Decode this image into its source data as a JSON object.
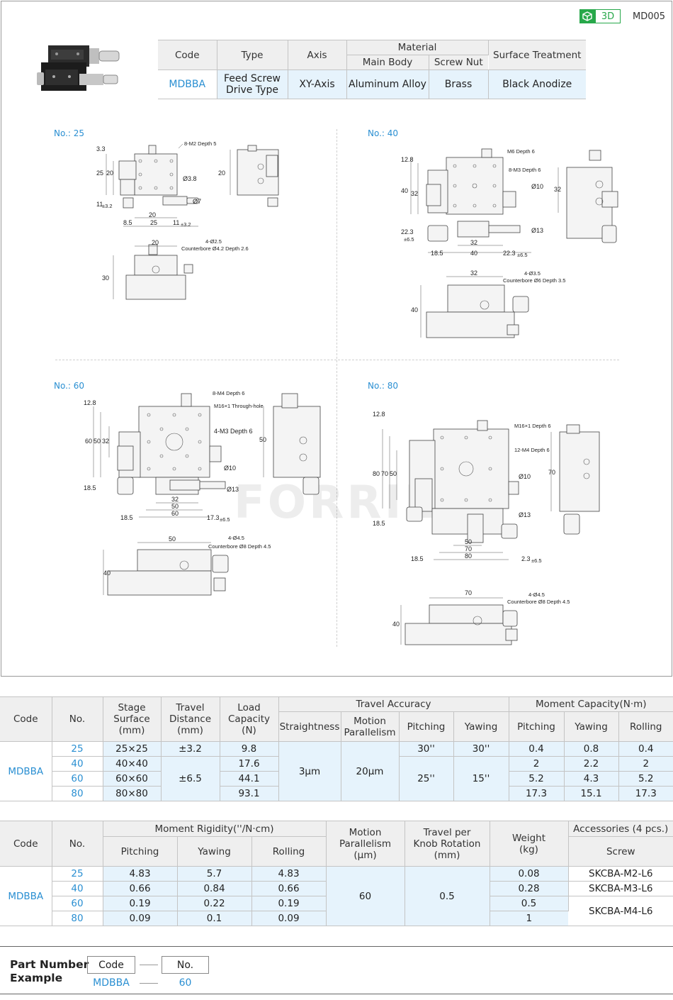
{
  "header": {
    "badge_label": "3D",
    "doc_code": "MD005"
  },
  "top_table": {
    "headers": {
      "code": "Code",
      "type": "Type",
      "axis": "Axis",
      "material": "Material",
      "main_body": "Main Body",
      "screw_nut": "Screw Nut",
      "surface": "Surface Treatment"
    },
    "row": {
      "code": "MDBBA",
      "type_line1": "Feed Screw",
      "type_line2": "Drive Type",
      "axis": "XY-Axis",
      "main_body": "Aluminum Alloy",
      "screw_nut": "Brass",
      "surface": "Black Anodize"
    }
  },
  "drawings": {
    "no25": {
      "label": "No.: 25",
      "notes": [
        "8-M2 Depth 5",
        "4-Ø2.5",
        "Counterbore Ø4.2 Depth 2.6"
      ],
      "dims": [
        "3.3",
        "25",
        "20",
        "11",
        "±3.2",
        "20",
        "8.5",
        "25",
        "11",
        "±3.2",
        "Ø3.8",
        "Ø7",
        "20",
        "20",
        "30"
      ]
    },
    "no40": {
      "label": "No.: 40",
      "notes": [
        "M6 Depth 6",
        "8-M3 Depth 6",
        "4-Ø3.5",
        "Counterbore Ø6 Depth 3.5"
      ],
      "dims": [
        "12.8",
        "40",
        "32",
        "22.3",
        "±6.5",
        "Ø10",
        "Ø13",
        "32",
        "18.5",
        "40",
        "22.3",
        "±6.5",
        "32",
        "32",
        "40"
      ]
    },
    "no60": {
      "label": "No.: 60",
      "notes": [
        "8-M4 Depth 6",
        "M16×1 Through-hole",
        "4-M3 Depth 6",
        "4-Ø4.5",
        "Counterbore Ø8 Depth 4.5"
      ],
      "dims": [
        "12.8",
        "60",
        "50",
        "32",
        "18.5",
        "Ø10",
        "Ø13",
        "32",
        "50",
        "60",
        "18.5",
        "17.3",
        "±6.5",
        "50",
        "50",
        "40"
      ]
    },
    "no80": {
      "label": "No.: 80",
      "notes": [
        "M16×1 Depth 6",
        "12-M4 Depth 6",
        "4-Ø4.5",
        "Counterbore Ø8 Depth 4.5"
      ],
      "dims": [
        "12.8",
        "80",
        "70",
        "50",
        "18.5",
        "Ø10",
        "Ø13",
        "50",
        "70",
        "80",
        "18.5",
        "2.3",
        "±6.5",
        "70",
        "70",
        "40"
      ]
    },
    "watermark": "FORRILE"
  },
  "spec1": {
    "headers": {
      "code": "Code",
      "no": "No.",
      "stage_l1": "Stage",
      "stage_l2": "Surface",
      "stage_l3": "(mm)",
      "travel_l1": "Travel",
      "travel_l2": "Distance",
      "travel_l3": "(mm)",
      "load_l1": "Load",
      "load_l2": "Capacity",
      "load_l3": "(N)",
      "accuracy": "Travel Accuracy",
      "straightness": "Straightness",
      "motion_l1": "Motion",
      "motion_l2": "Parallelism",
      "pitching": "Pitching",
      "yawing": "Yawing",
      "moment": "Moment Capacity(N·m)",
      "m_pitching": "Pitching",
      "m_yawing": "Yawing",
      "m_rolling": "Rolling"
    },
    "code": "MDBBA",
    "travel_25": "±3.2",
    "travel_rest": "±6.5",
    "straightness": "3μm",
    "motion": "20μm",
    "pitch_25": "30''",
    "yaw_25": "30''",
    "pitch_rest": "25''",
    "yaw_rest": "15''",
    "rows": [
      {
        "no": "25",
        "stage": "25×25",
        "load": "9.8",
        "mp": "0.4",
        "my": "0.8",
        "mr": "0.4"
      },
      {
        "no": "40",
        "stage": "40×40",
        "load": "17.6",
        "mp": "2",
        "my": "2.2",
        "mr": "2"
      },
      {
        "no": "60",
        "stage": "60×60",
        "load": "44.1",
        "mp": "5.2",
        "my": "4.3",
        "mr": "5.2"
      },
      {
        "no": "80",
        "stage": "80×80",
        "load": "93.1",
        "mp": "17.3",
        "my": "15.1",
        "mr": "17.3"
      }
    ]
  },
  "spec2": {
    "headers": {
      "code": "Code",
      "no": "No.",
      "rigidity": "Moment Rigidity(''/N·cm)",
      "pitching": "Pitching",
      "yawing": "Yawing",
      "rolling": "Rolling",
      "motion_l1": "Motion",
      "motion_l2": "Parallelism",
      "motion_l3": "(μm)",
      "knob_l1": "Travel per",
      "knob_l2": "Knob Rotation",
      "knob_l3": "(mm)",
      "weight_l1": "Weight",
      "weight_l2": "(kg)",
      "accessories": "Accessories (4 pcs.)",
      "screw": "Screw"
    },
    "code": "MDBBA",
    "motion": "60",
    "knob": "0.5",
    "screw_60_80": "SKCBA-M4-L6",
    "rows": [
      {
        "no": "25",
        "pitch": "4.83",
        "yaw": "5.7",
        "roll": "4.83",
        "weight": "0.08",
        "screw": "SKCBA-M2-L6"
      },
      {
        "no": "40",
        "pitch": "0.66",
        "yaw": "0.84",
        "roll": "0.66",
        "weight": "0.28",
        "screw": "SKCBA-M3-L6"
      },
      {
        "no": "60",
        "pitch": "0.19",
        "yaw": "0.22",
        "roll": "0.19",
        "weight": "0.5"
      },
      {
        "no": "80",
        "pitch": "0.09",
        "yaw": "0.1",
        "roll": "0.09",
        "weight": "1"
      }
    ]
  },
  "part_number": {
    "title_l1": "Part Number",
    "title_l2": "Example",
    "code_label": "Code",
    "no_label": "No.",
    "code_value": "MDBBA",
    "no_value": "60"
  },
  "colors": {
    "accent_blue": "#2a8fd2",
    "cell_blue": "#e6f3fc",
    "badge_green": "#27a84a"
  }
}
